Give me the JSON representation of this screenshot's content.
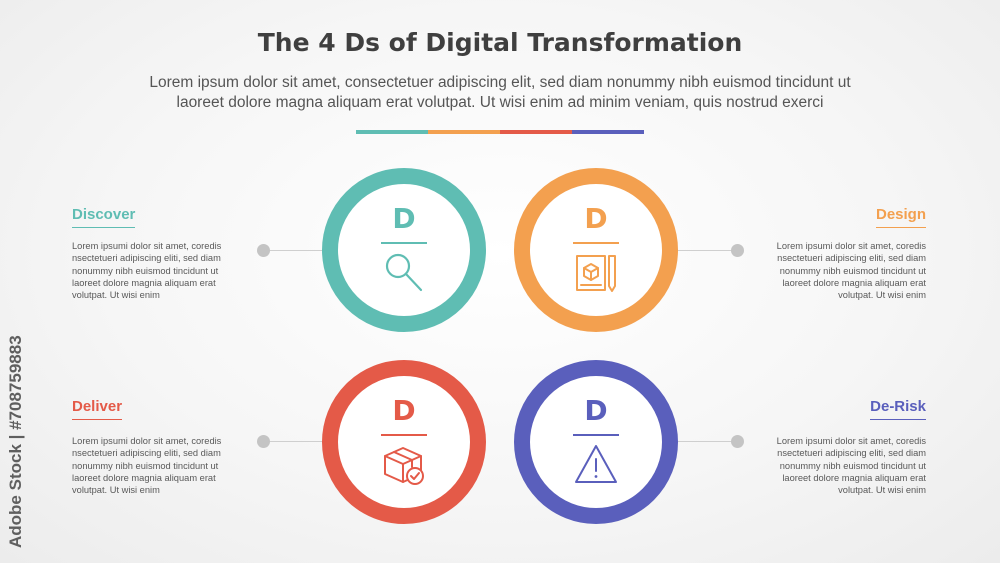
{
  "title": "The 4 Ds of Digital Transformation",
  "subtitle_line1": "Lorem ipsum dolor sit amet, consectetuer adipiscing elit, sed diam nonummy nibh euismod tincidunt ut",
  "subtitle_line2": "laoreet dolore magna aliquam erat volutpat. Ut wisi enim ad minim veniam, quis nostrud exerci",
  "watermark": "Adobe Stock | #708759883",
  "colors": {
    "teal": "#5fbdb3",
    "orange": "#f3a04f",
    "red": "#e45a48",
    "indigo": "#5a5fbc",
    "text": "#595959",
    "title": "#3f3f3f"
  },
  "items": [
    {
      "heading": "Discover",
      "letter": "D",
      "icon": "magnifier-icon",
      "body": [
        "Lorem ipsumi dolor sit amet, coredis",
        "nsectetueri adipiscing eliti, sed diam",
        "nonummy nibh euismod tincidunt ut",
        "laoreet dolore magnia aliquam erat",
        "volutpat. Ut wisi enim"
      ]
    },
    {
      "heading": "Design",
      "letter": "D",
      "icon": "design-blueprint-icon",
      "body": [
        "Lorem ipsumi dolor sit amet, coredis",
        "nsectetueri adipiscing eliti, sed diam",
        "nonummy nibh euismod tincidunt ut",
        "laoreet dolore magnia aliquam erat",
        "volutpat. Ut wisi enim"
      ]
    },
    {
      "heading": "Deliver",
      "letter": "D",
      "icon": "package-delivery-icon",
      "body": [
        "Lorem ipsumi dolor sit amet, coredis",
        "nsectetueri adipiscing eliti, sed diam",
        "nonummy nibh euismod tincidunt ut",
        "laoreet dolore magnia aliquam erat",
        "volutpat. Ut wisi enim"
      ]
    },
    {
      "heading": "De-Risk",
      "letter": "D",
      "icon": "warning-triangle-icon",
      "body": [
        "Lorem ipsumi dolor sit amet, coredis",
        "nsectetueri adipiscing eliti, sed diam",
        "nonummy nibh euismod tincidunt ut",
        "laoreet dolore magnia aliquam erat",
        "volutpat. Ut wisi enim"
      ]
    }
  ]
}
